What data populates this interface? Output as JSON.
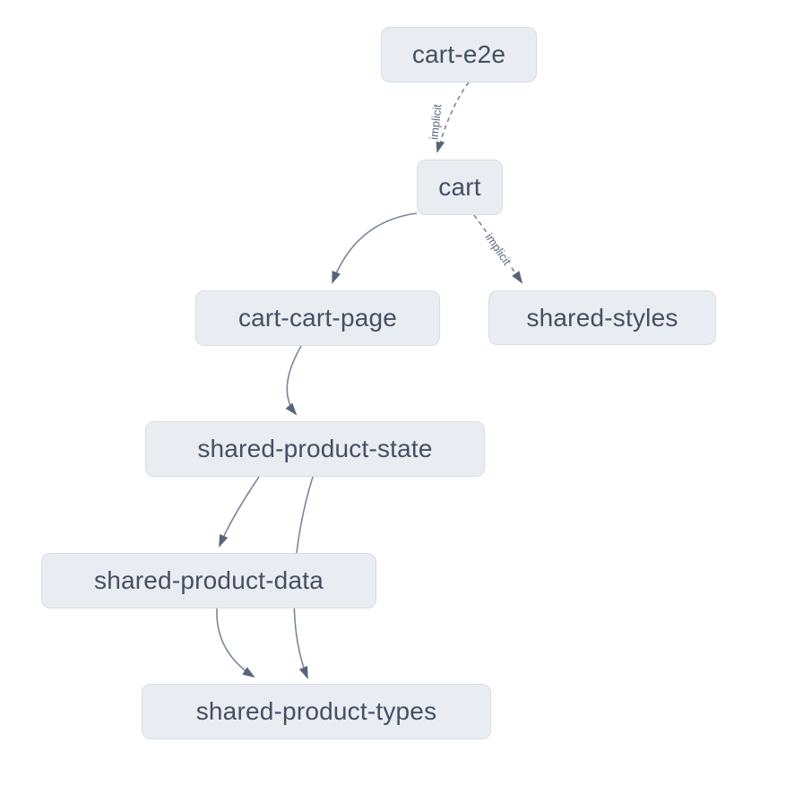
{
  "colors": {
    "background": "#ffffff",
    "node_fill": "#e9edf2",
    "node_border": "#d6dce6",
    "node_text": "#454f63",
    "edge_stroke": "#7b869b",
    "arrowhead": "#59647c",
    "edge_label_text": "#5b667e"
  },
  "graph": {
    "nodes": [
      {
        "id": "cart-e2e",
        "label": "cart-e2e"
      },
      {
        "id": "cart",
        "label": "cart"
      },
      {
        "id": "cart-cart-page",
        "label": "cart-cart-page"
      },
      {
        "id": "shared-styles",
        "label": "shared-styles"
      },
      {
        "id": "shared-product-state",
        "label": "shared-product-state"
      },
      {
        "id": "shared-product-data",
        "label": "shared-product-data"
      },
      {
        "id": "shared-product-types",
        "label": "shared-product-types"
      }
    ],
    "edges": [
      {
        "from": "cart-e2e",
        "to": "cart",
        "type": "implicit",
        "label": "implicit"
      },
      {
        "from": "cart",
        "to": "cart-cart-page",
        "type": "static",
        "label": ""
      },
      {
        "from": "cart",
        "to": "shared-styles",
        "type": "implicit",
        "label": "implicit"
      },
      {
        "from": "cart-cart-page",
        "to": "shared-product-state",
        "type": "static",
        "label": ""
      },
      {
        "from": "shared-product-state",
        "to": "shared-product-data",
        "type": "static",
        "label": ""
      },
      {
        "from": "shared-product-state",
        "to": "shared-product-types",
        "type": "static",
        "label": ""
      },
      {
        "from": "shared-product-data",
        "to": "shared-product-types",
        "type": "static",
        "label": ""
      }
    ]
  }
}
